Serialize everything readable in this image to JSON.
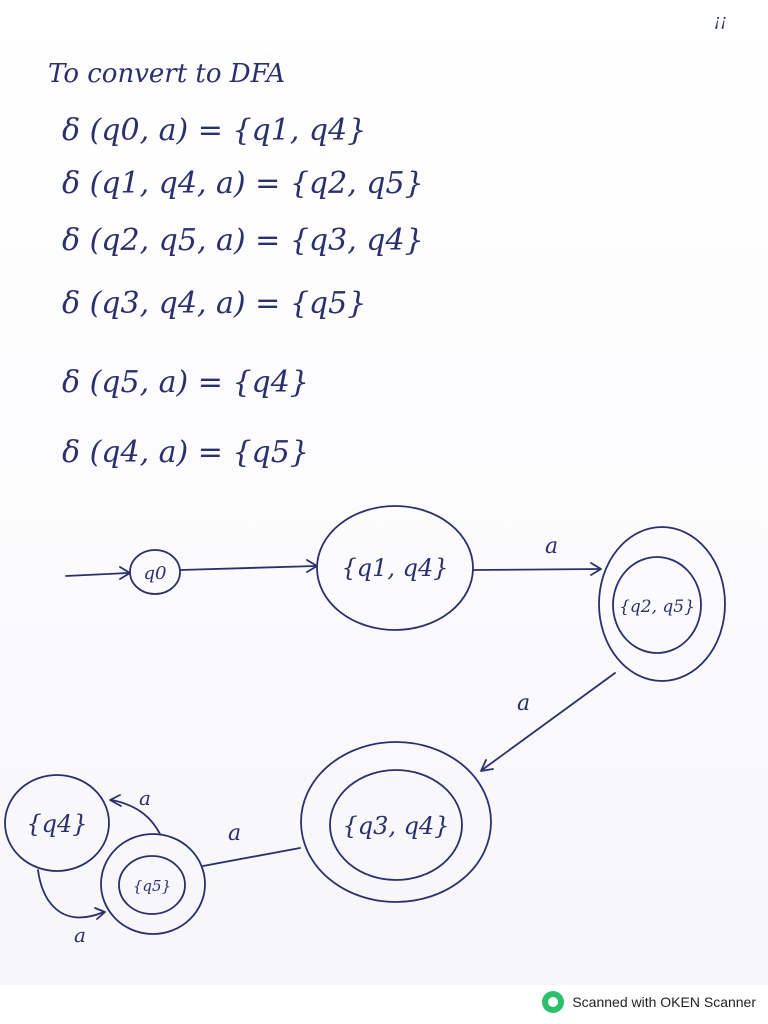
{
  "page": {
    "corner_mark": "¡¡",
    "heading": "To convert to DFA"
  },
  "transitions": [
    {
      "text": "δ (q0, a) = {q1, q4}"
    },
    {
      "text": "δ (q1, q4, a) = {q2, q5}"
    },
    {
      "text": "δ (q2, q5, a) = {q3, q4}"
    },
    {
      "text": "δ (q3, q4, a) = {q5}"
    },
    {
      "text": "δ (q5, a) = {q4}"
    },
    {
      "text": "δ (q4, a) = {q5}"
    }
  ],
  "diagram": {
    "states": [
      {
        "id": "q0",
        "label": "q0",
        "accepting": false,
        "initial": true
      },
      {
        "id": "q1q4",
        "label": "{q1, q4}",
        "accepting": false,
        "initial": false
      },
      {
        "id": "q2q5",
        "label": "{q2, q5}",
        "accepting": true,
        "initial": false
      },
      {
        "id": "q3q4",
        "label": "{q3, q4}",
        "accepting": true,
        "initial": false
      },
      {
        "id": "q4",
        "label": "{q4}",
        "accepting": false,
        "initial": false
      },
      {
        "id": "q5",
        "label": "{q5}",
        "accepting": true,
        "initial": false
      }
    ],
    "edges": [
      {
        "from": "q0",
        "to": "q1q4",
        "label": ""
      },
      {
        "from": "q1q4",
        "to": "q2q5",
        "label": "a"
      },
      {
        "from": "q2q5",
        "to": "q3q4",
        "label": "a"
      },
      {
        "from": "q3q4",
        "to": "q5",
        "label": "a"
      },
      {
        "from": "q5",
        "to": "q4",
        "label": "a"
      },
      {
        "from": "q4",
        "to": "q5",
        "label": "a"
      }
    ]
  },
  "footer": {
    "scanner_text": "Scanned with OKEN Scanner",
    "logo_icon": "oken-scanner-logo-icon",
    "logo_color": "#2cc06b"
  },
  "colors": {
    "ink": "#2a2f6e",
    "paper": "#ffffff"
  }
}
